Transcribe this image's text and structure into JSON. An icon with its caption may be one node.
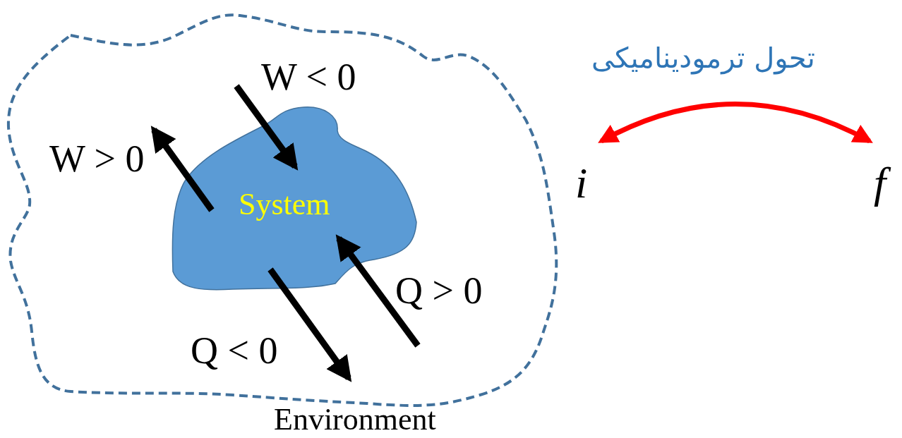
{
  "diagram": {
    "nodes": [
      {
        "text": [
          "Environment"
        ]
      },
      {
        "text": [
          "System"
        ],
        "in": 0
      },
      {
        "text": [
          "i"
        ]
      },
      {
        "text": [
          "f"
        ]
      }
    ],
    "edges": [
      {
        "from": null,
        "to": 1,
        "arrow": "to",
        "label": "W < 0"
      },
      {
        "from": 1,
        "to": null,
        "arrow": "to",
        "label": "W > 0"
      },
      {
        "from": null,
        "to": 1,
        "arrow": "to",
        "label": "Q > 0"
      },
      {
        "from": 1,
        "to": null,
        "arrow": "to",
        "label": "Q < 0"
      },
      {
        "from": 2,
        "to": 3,
        "arrow": "both",
        "label": "تحول ترمودینامیکی",
        "color": "#ff0000"
      }
    ]
  }
}
